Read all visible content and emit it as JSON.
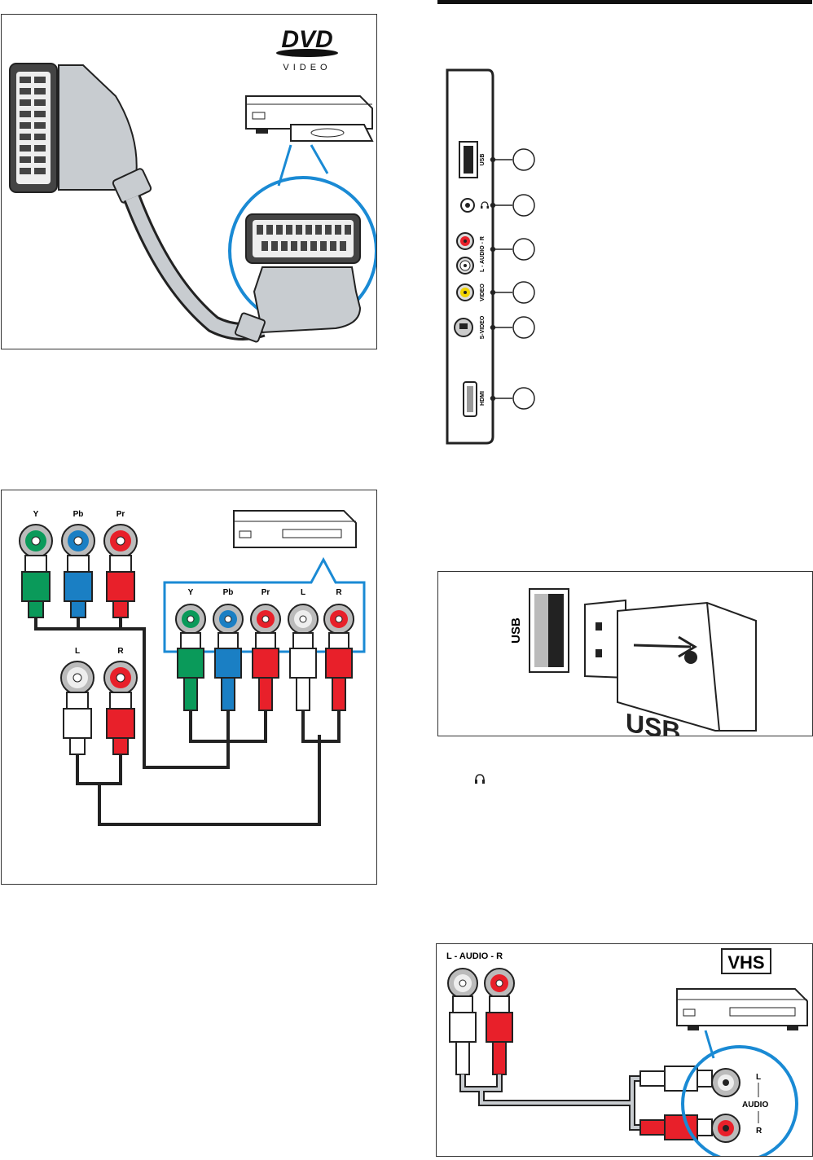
{
  "scart_figure": {
    "dvd_logo": "DVD",
    "dvd_sub": "VIDEO"
  },
  "component_figure": {
    "cable_labels": [
      "Y",
      "Pb",
      "Pr"
    ],
    "audio_cable_labels": [
      "L",
      "R"
    ],
    "device_labels": [
      "Y",
      "Pb",
      "Pr",
      "L",
      "R"
    ]
  },
  "side_panel": {
    "ports": [
      {
        "label": "USB",
        "callout": ""
      },
      {
        "label": "",
        "callout": "",
        "icon": "headphones-icon"
      },
      {
        "label": "L - AUDIO - R",
        "callout": ""
      },
      {
        "label": "VIDEO",
        "callout": ""
      },
      {
        "label": "S-VIDEO",
        "callout": ""
      },
      {
        "label": "HDMI",
        "callout": ""
      }
    ]
  },
  "usb_figure": {
    "port_label": "USB",
    "stick_label": "USB"
  },
  "audio_figure": {
    "panel_label": "L - AUDIO - R",
    "vhs_logo": "VHS",
    "device_l": "L",
    "device_audio": "AUDIO",
    "device_r": "R"
  },
  "colors": {
    "accent": "#1a8ad4",
    "green": "#0a9a5a",
    "blue": "#1a7fc4",
    "red": "#e8202a",
    "cable_grey": "#c8ccd0"
  }
}
